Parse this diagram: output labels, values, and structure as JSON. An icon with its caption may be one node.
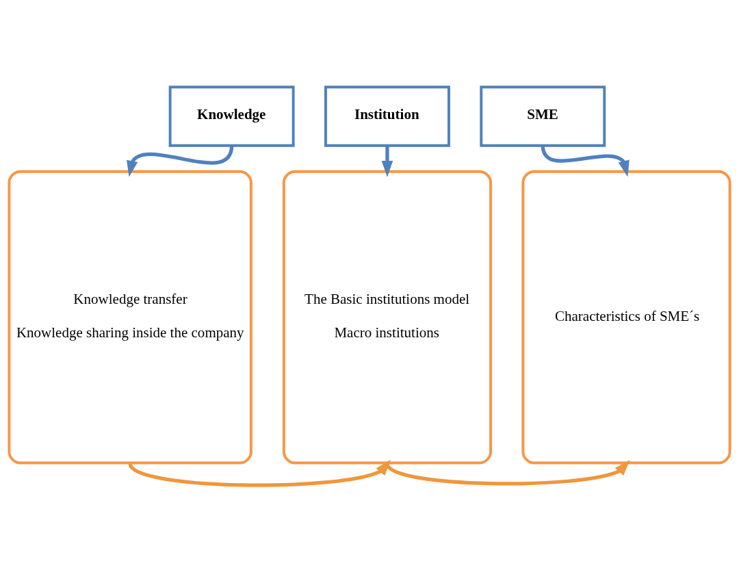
{
  "diagram": {
    "nodes": [
      {
        "text": [
          "Knowledge"
        ]
      },
      {
        "text": [
          "Institution"
        ]
      },
      {
        "text": [
          "SME"
        ]
      },
      {
        "text": [
          "Knowledge transfer",
          "Knowledge sharing inside the company"
        ]
      },
      {
        "text": [
          "The Basic institutions model",
          "Macro institutions"
        ]
      },
      {
        "text": [
          "Characteristics of SME´s"
        ]
      }
    ],
    "edges": [
      {
        "from": 0,
        "to": 3,
        "arrow": "to"
      },
      {
        "from": 1,
        "to": 4,
        "arrow": "to"
      },
      {
        "from": 2,
        "to": 5,
        "arrow": "to"
      },
      {
        "from": 3,
        "to": 4,
        "arrow": "to",
        "color": "#f0963c"
      },
      {
        "from": 4,
        "to": 5,
        "arrow": "to",
        "color": "#f0963c"
      }
    ]
  }
}
